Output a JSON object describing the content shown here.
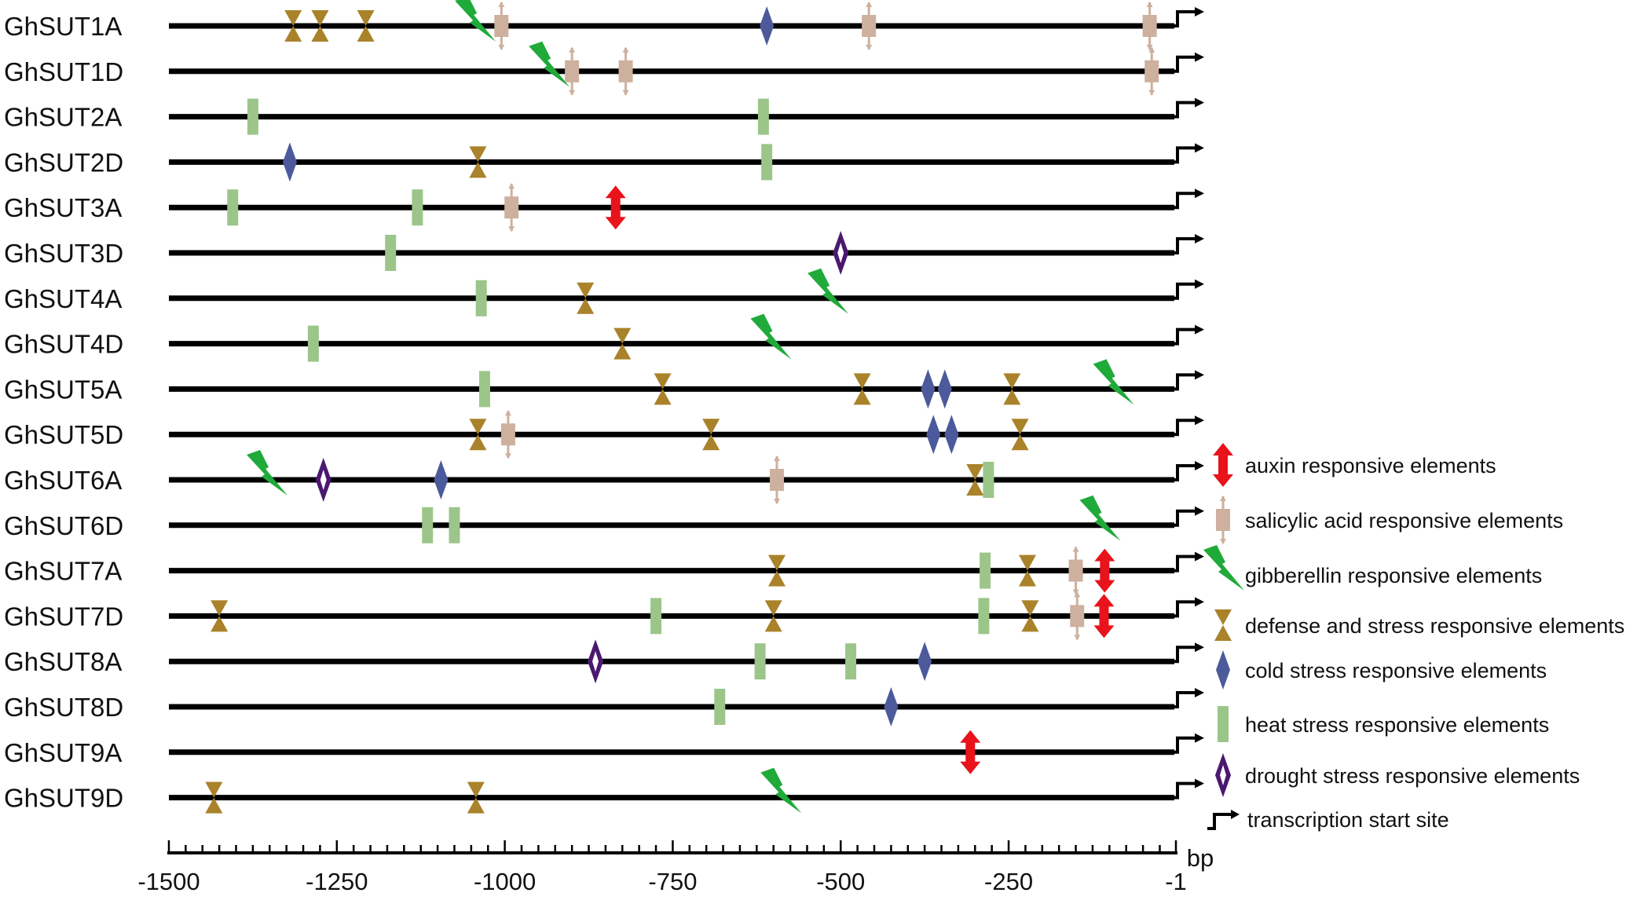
{
  "genes": [
    {
      "name": "GhSUT1A",
      "elements": [
        {
          "type": "defense",
          "pos": -1315
        },
        {
          "type": "defense",
          "pos": -1275
        },
        {
          "type": "defense",
          "pos": -1207
        },
        {
          "type": "gibberellin",
          "pos": -1045
        },
        {
          "type": "salicylic",
          "pos": -1005
        },
        {
          "type": "cold",
          "pos": -610
        },
        {
          "type": "salicylic",
          "pos": -458
        },
        {
          "type": "salicylic",
          "pos": -40
        }
      ]
    },
    {
      "name": "GhSUT1D",
      "elements": [
        {
          "type": "gibberellin",
          "pos": -935
        },
        {
          "type": "salicylic",
          "pos": -900
        },
        {
          "type": "salicylic",
          "pos": -820
        },
        {
          "type": "salicylic",
          "pos": -37
        }
      ]
    },
    {
      "name": "GhSUT2A",
      "elements": [
        {
          "type": "heat",
          "pos": -1375
        },
        {
          "type": "heat",
          "pos": -615
        }
      ]
    },
    {
      "name": "GhSUT2D",
      "elements": [
        {
          "type": "cold",
          "pos": -1320
        },
        {
          "type": "defense",
          "pos": -1040
        },
        {
          "type": "heat",
          "pos": -610
        }
      ]
    },
    {
      "name": "GhSUT3A",
      "elements": [
        {
          "type": "heat",
          "pos": -1405
        },
        {
          "type": "heat",
          "pos": -1130
        },
        {
          "type": "salicylic",
          "pos": -990
        },
        {
          "type": "auxin",
          "pos": -835
        }
      ]
    },
    {
      "name": "GhSUT3D",
      "elements": [
        {
          "type": "heat",
          "pos": -1170
        },
        {
          "type": "drought",
          "pos": -500
        }
      ]
    },
    {
      "name": "GhSUT4A",
      "elements": [
        {
          "type": "heat",
          "pos": -1035
        },
        {
          "type": "defense",
          "pos": -880
        },
        {
          "type": "gibberellin",
          "pos": -520
        }
      ]
    },
    {
      "name": "GhSUT4D",
      "elements": [
        {
          "type": "heat",
          "pos": -1285
        },
        {
          "type": "defense",
          "pos": -825
        },
        {
          "type": "gibberellin",
          "pos": -605
        }
      ]
    },
    {
      "name": "GhSUT5A",
      "elements": [
        {
          "type": "heat",
          "pos": -1030
        },
        {
          "type": "defense",
          "pos": -765
        },
        {
          "type": "defense",
          "pos": -468
        },
        {
          "type": "cold",
          "pos": -370
        },
        {
          "type": "cold",
          "pos": -345
        },
        {
          "type": "defense",
          "pos": -245
        },
        {
          "type": "gibberellin",
          "pos": -95
        }
      ]
    },
    {
      "name": "GhSUT5D",
      "elements": [
        {
          "type": "defense",
          "pos": -1040
        },
        {
          "type": "salicylic",
          "pos": -995
        },
        {
          "type": "defense",
          "pos": -693
        },
        {
          "type": "cold",
          "pos": -362
        },
        {
          "type": "cold",
          "pos": -335
        },
        {
          "type": "defense",
          "pos": -233
        }
      ]
    },
    {
      "name": "GhSUT6A",
      "elements": [
        {
          "type": "gibberellin",
          "pos": -1355
        },
        {
          "type": "drought",
          "pos": -1270
        },
        {
          "type": "cold",
          "pos": -1095
        },
        {
          "type": "salicylic",
          "pos": -595
        },
        {
          "type": "defense",
          "pos": -300
        },
        {
          "type": "heat",
          "pos": -280
        }
      ]
    },
    {
      "name": "GhSUT6D",
      "elements": [
        {
          "type": "heat",
          "pos": -1115
        },
        {
          "type": "heat",
          "pos": -1075
        },
        {
          "type": "gibberellin",
          "pos": -115
        }
      ]
    },
    {
      "name": "GhSUT7A",
      "elements": [
        {
          "type": "defense",
          "pos": -595
        },
        {
          "type": "heat",
          "pos": -285
        },
        {
          "type": "defense",
          "pos": -222
        },
        {
          "type": "salicylic",
          "pos": -150
        },
        {
          "type": "auxin",
          "pos": -107
        }
      ]
    },
    {
      "name": "GhSUT7D",
      "elements": [
        {
          "type": "defense",
          "pos": -1425
        },
        {
          "type": "heat",
          "pos": -775
        },
        {
          "type": "defense",
          "pos": -600
        },
        {
          "type": "heat",
          "pos": -287
        },
        {
          "type": "defense",
          "pos": -218
        },
        {
          "type": "salicylic",
          "pos": -148
        },
        {
          "type": "auxin",
          "pos": -108
        }
      ]
    },
    {
      "name": "GhSUT8A",
      "elements": [
        {
          "type": "drought",
          "pos": -865
        },
        {
          "type": "heat",
          "pos": -620
        },
        {
          "type": "heat",
          "pos": -485
        },
        {
          "type": "cold",
          "pos": -375
        }
      ]
    },
    {
      "name": "GhSUT8D",
      "elements": [
        {
          "type": "heat",
          "pos": -680
        },
        {
          "type": "cold",
          "pos": -425
        }
      ]
    },
    {
      "name": "GhSUT9A",
      "elements": [
        {
          "type": "auxin",
          "pos": -307
        }
      ]
    },
    {
      "name": "GhSUT9D",
      "elements": [
        {
          "type": "defense",
          "pos": -1433
        },
        {
          "type": "defense",
          "pos": -1043
        },
        {
          "type": "gibberellin",
          "pos": -590
        }
      ]
    }
  ],
  "legend": [
    {
      "type": "auxin",
      "label": "auxin responsive elements"
    },
    {
      "type": "salicylic",
      "label": "salicylic acid responsive  elements"
    },
    {
      "type": "gibberellin",
      "label": "gibberellin responsive elements"
    },
    {
      "type": "defense",
      "label": "defense and stress responsive elements"
    },
    {
      "type": "cold",
      "label": "cold stress responsive elements"
    },
    {
      "type": "heat",
      "label": "heat stress responsive elements"
    },
    {
      "type": "drought",
      "label": "drought stress responsive elements"
    },
    {
      "type": "tss",
      "label": "transcription start site"
    }
  ],
  "axis": {
    "unit": "bp",
    "range": [
      -1500,
      -1
    ],
    "tick_labels": [
      "-1500",
      "-1250",
      "-1000",
      "-750",
      "-500",
      "-250",
      "-1"
    ],
    "tick_values": [
      -1500,
      -1250,
      -1000,
      -750,
      -500,
      -250,
      -1
    ],
    "minor_tick_step": 25
  },
  "colors": {
    "auxin": "#e8131b",
    "salicylic": "#cdb09e",
    "gibberellin": "#1faa3a",
    "defense": "#a9822a",
    "cold": "#4c5a9c",
    "heat": "#9cc58a",
    "drought": "#4b1870",
    "line": "#000000"
  }
}
